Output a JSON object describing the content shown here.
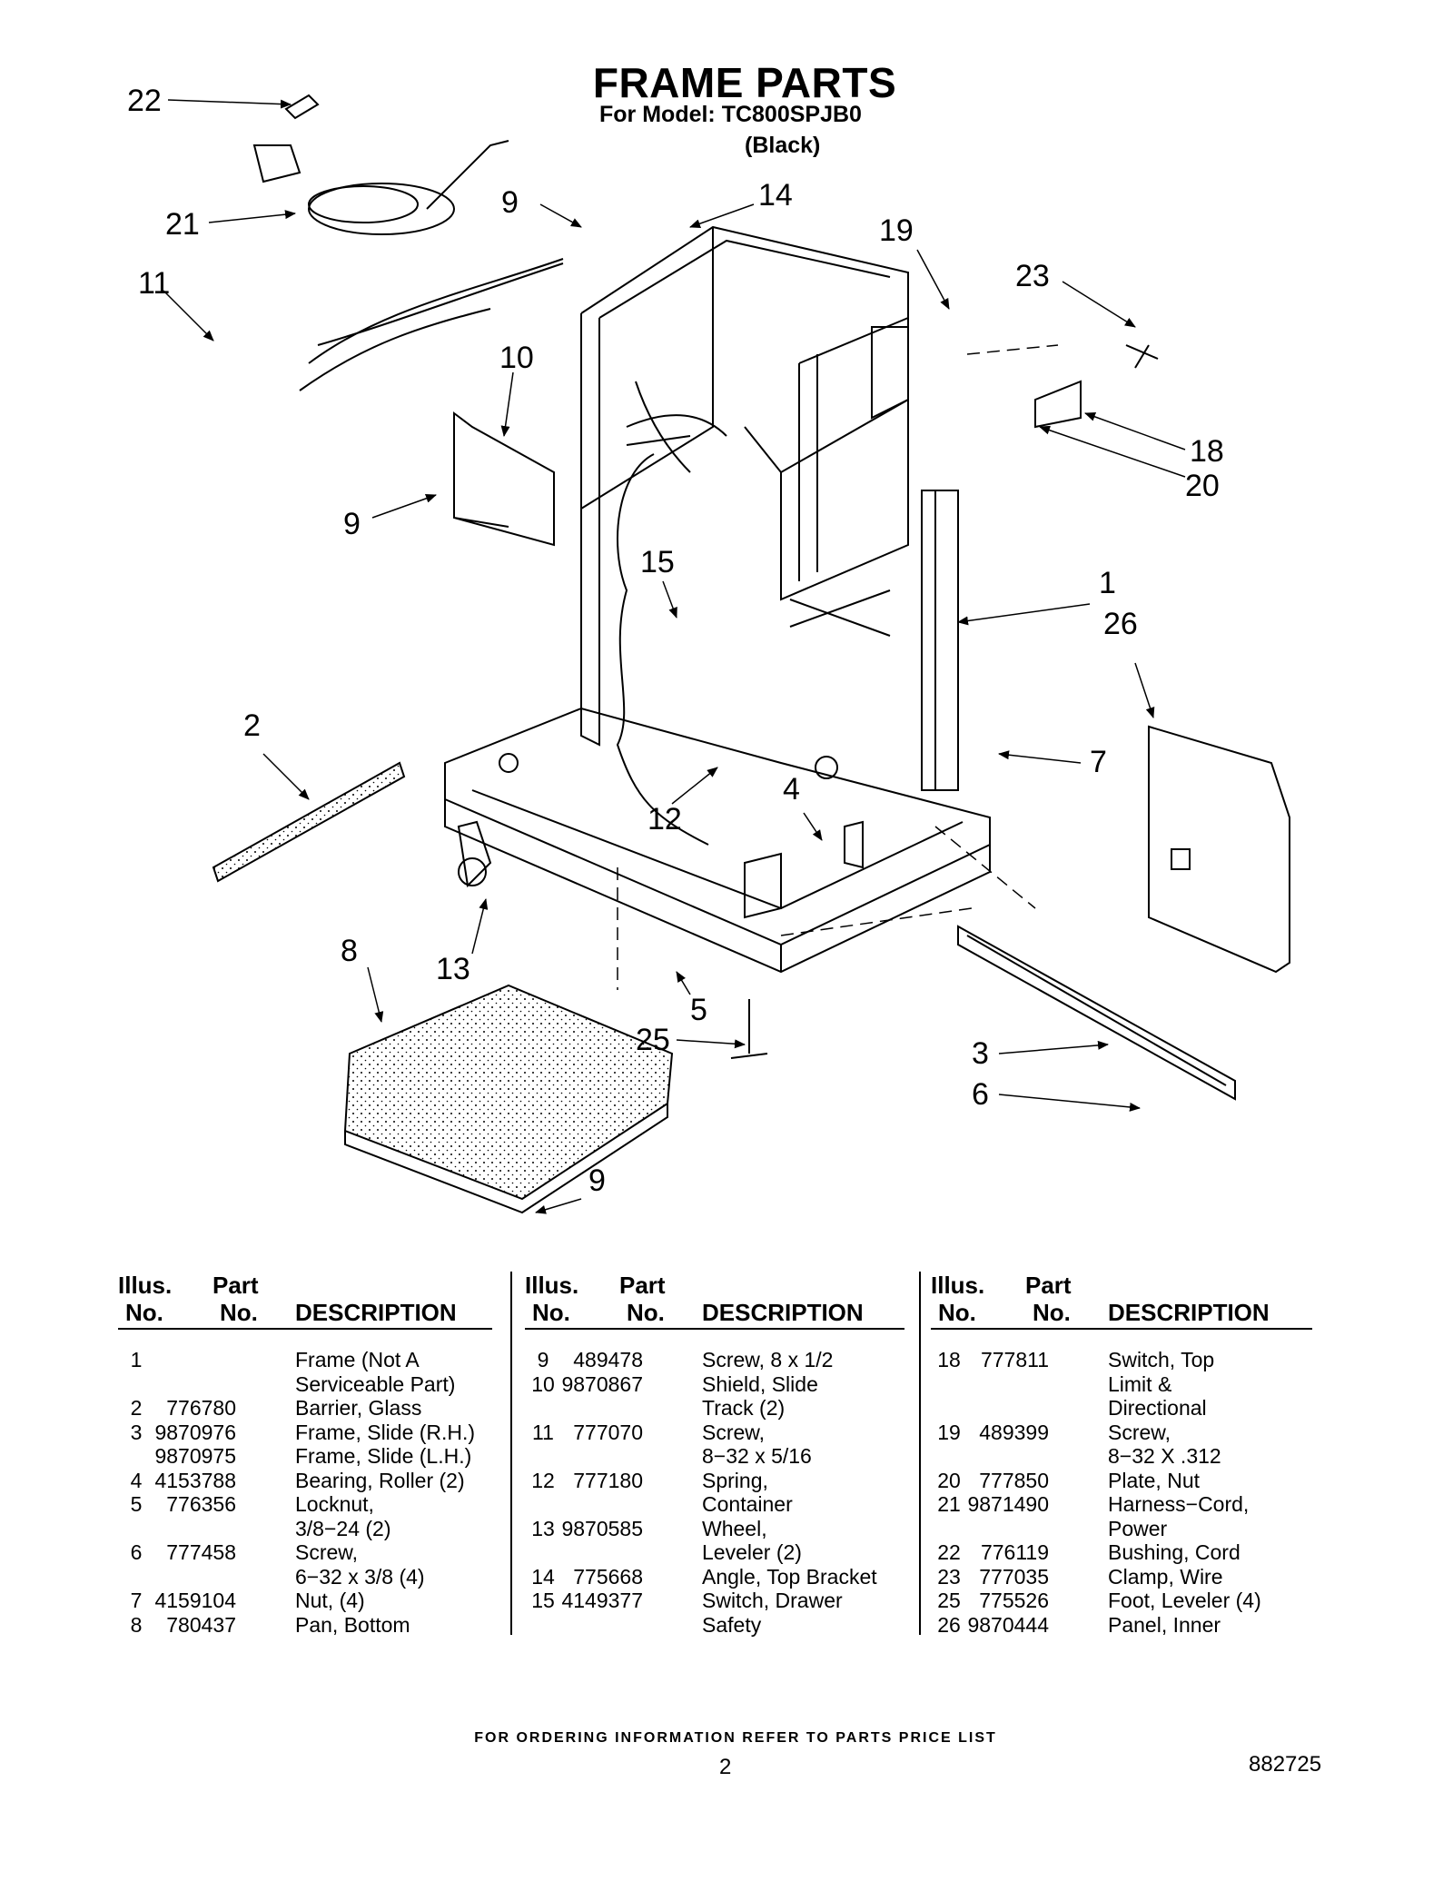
{
  "header": {
    "title": "FRAME PARTS",
    "model_line": "For Model: TC800SPJB0",
    "color_line": "(Black)"
  },
  "diagram": {
    "callouts": [
      "22",
      "21",
      "9",
      "14",
      "19",
      "11",
      "23",
      "10",
      "18",
      "20",
      "9",
      "15",
      "1",
      "26",
      "2",
      "7",
      "4",
      "12",
      "8",
      "13",
      "5",
      "25",
      "3",
      "6",
      "9"
    ]
  },
  "table": {
    "headers": {
      "illus_1": "Illus.",
      "illus_2": "No.",
      "part_1": "Part",
      "part_2": "No.",
      "description": "DESCRIPTION"
    },
    "columns": [
      [
        {
          "illus": "1",
          "part": "",
          "desc": "Frame (Not A"
        },
        {
          "illus": "",
          "part": "",
          "desc": "Serviceable Part)"
        },
        {
          "illus": "2",
          "part": "776780",
          "desc": "Barrier, Glass"
        },
        {
          "illus": "3",
          "part": "9870976",
          "desc": "Frame, Slide (R.H.)"
        },
        {
          "illus": "",
          "part": "9870975",
          "desc": "Frame, Slide (L.H.)"
        },
        {
          "illus": "4",
          "part": "4153788",
          "desc": "Bearing, Roller (2)"
        },
        {
          "illus": "5",
          "part": "776356",
          "desc": "Locknut,"
        },
        {
          "illus": "",
          "part": "",
          "desc": "3/8−24 (2)"
        },
        {
          "illus": "6",
          "part": "777458",
          "desc": "Screw,"
        },
        {
          "illus": "",
          "part": "",
          "desc": "6−32 x 3/8 (4)"
        },
        {
          "illus": "7",
          "part": "4159104",
          "desc": "Nut, (4)"
        },
        {
          "illus": "8",
          "part": "780437",
          "desc": "Pan, Bottom"
        }
      ],
      [
        {
          "illus": "9",
          "part": "489478",
          "desc": "Screw, 8 x 1/2"
        },
        {
          "illus": "10",
          "part": "9870867",
          "desc": "Shield, Slide"
        },
        {
          "illus": "",
          "part": "",
          "desc": "Track (2)"
        },
        {
          "illus": "11",
          "part": "777070",
          "desc": "Screw,"
        },
        {
          "illus": "",
          "part": "",
          "desc": "8−32 x 5/16"
        },
        {
          "illus": "12",
          "part": "777180",
          "desc": "Spring,"
        },
        {
          "illus": "",
          "part": "",
          "desc": "Container"
        },
        {
          "illus": "13",
          "part": "9870585",
          "desc": "Wheel,"
        },
        {
          "illus": "",
          "part": "",
          "desc": "Leveler (2)"
        },
        {
          "illus": "14",
          "part": "775668",
          "desc": "Angle, Top Bracket"
        },
        {
          "illus": "15",
          "part": "4149377",
          "desc": "Switch, Drawer"
        },
        {
          "illus": "",
          "part": "",
          "desc": "Safety"
        }
      ],
      [
        {
          "illus": "18",
          "part": "777811",
          "desc": "Switch, Top"
        },
        {
          "illus": "",
          "part": "",
          "desc": "Limit &"
        },
        {
          "illus": "",
          "part": "",
          "desc": "Directional"
        },
        {
          "illus": "19",
          "part": "489399",
          "desc": "Screw,"
        },
        {
          "illus": "",
          "part": "",
          "desc": "8−32 X .312"
        },
        {
          "illus": "20",
          "part": "777850",
          "desc": "Plate, Nut"
        },
        {
          "illus": "21",
          "part": "9871490",
          "desc": "Harness−Cord,"
        },
        {
          "illus": "",
          "part": "",
          "desc": "Power"
        },
        {
          "illus": "22",
          "part": "776119",
          "desc": "Bushing, Cord"
        },
        {
          "illus": "23",
          "part": "777035",
          "desc": "Clamp, Wire"
        },
        {
          "illus": "25",
          "part": "775526",
          "desc": "Foot, Leveler (4)"
        },
        {
          "illus": "26",
          "part": "9870444",
          "desc": "Panel, Inner"
        }
      ]
    ]
  },
  "footer": {
    "ordering_note": "FOR ORDERING INFORMATION REFER TO PARTS PRICE LIST",
    "page_number": "2",
    "document_number": "882725"
  }
}
